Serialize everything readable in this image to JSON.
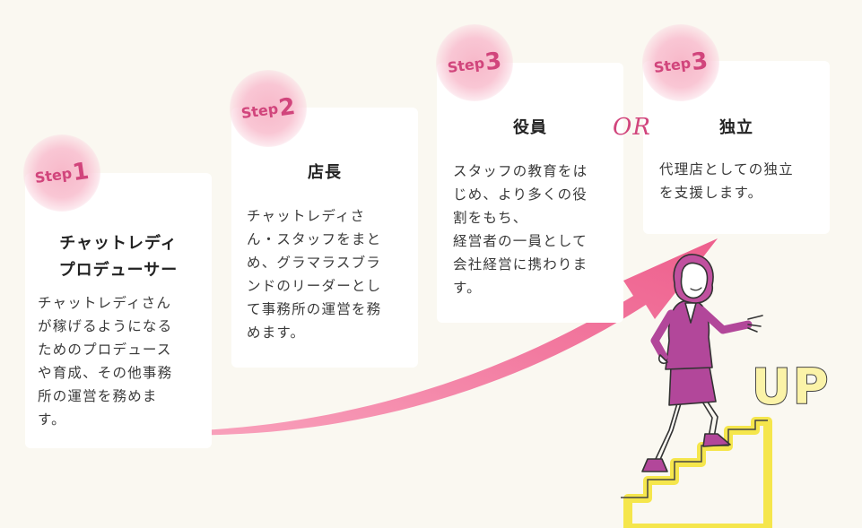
{
  "steps": [
    {
      "badge_word": "Step",
      "badge_num": "1",
      "title": "チャットレディ\nプロデューサー",
      "body": "チャットレディさん\nが稼げるようになる\nためのプロデュース\nや育成、その他事務\n所の運営を務めま\nす。"
    },
    {
      "badge_word": "Step",
      "badge_num": "2",
      "title": "店長",
      "body": "チャットレディさ\nん・スタッフをまと\nめ、グラマラスブラ\nンドのリーダーとし\nて事務所の運営を務\nめます。"
    },
    {
      "badge_word": "Step",
      "badge_num": "3",
      "title": "役員",
      "body": "スタッフの教育をは\nじめ、より多くの役\n割をもち、\n経営者の一員として\n会社経営に携わりま\nす。"
    },
    {
      "badge_word": "Step",
      "badge_num": "3",
      "title": "独立",
      "body": "代理店としての独立\nを支援します。"
    }
  ],
  "or_label": "OR",
  "up_label": "UP",
  "colors": {
    "accent": "#d1457c",
    "arrow": "#f06b95",
    "suit": "#b2479a",
    "stairs": "#f5e64c",
    "background": "#faf8f1"
  },
  "icons": {
    "arrow": "curved-arrow-icon",
    "person": "businesswoman-climbing-icon",
    "stairs": "stairs-icon"
  }
}
